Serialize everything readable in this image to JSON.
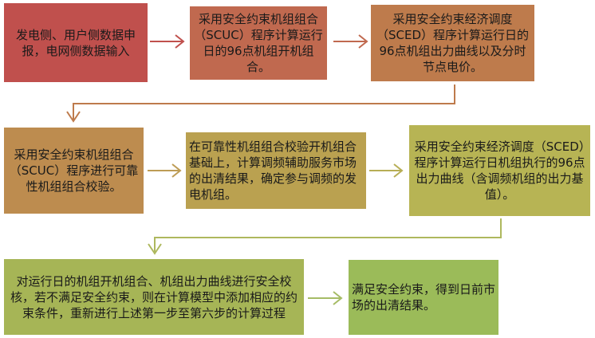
{
  "steps": [
    {
      "text": "发电侧、用户侧数据申报，电网侧数据输入",
      "color": "#C0504D"
    },
    {
      "text": "采用安全约束机组组合（SCUC）程序计算运行日的96点机组开机组合。",
      "color": "#C0694F"
    },
    {
      "text": "采用安全约束经济调度（SCED）程序计算运行日的96点机组出力曲线以及分时节点电价。",
      "color": "#BE7B4C"
    },
    {
      "text": "采用安全约束机组组合（SCUC）程序进行可靠性机组组合校验。",
      "color": "#BD8C4F"
    },
    {
      "text": "在可靠性机组组合校验开机组合基础上，计算调频辅助服务市场的出清结果，确定参与调频的发电机组。",
      "color": "#BAA150"
    },
    {
      "text": "采用安全约束经济调度（SCED）程序计算运行日机组执行的96点出力曲线（含调频机组的出力基值）。",
      "color": "#B7B454"
    },
    {
      "text": "对运行日的机组开机组合、机组出力曲线进行安全校核，若不满足安全约束，则在计算模型中添加相应的约束条件，重新进行上述第一步至第六步的计算过程",
      "color": "#A6B556"
    },
    {
      "text": "满足安全约束，得到日前市场的出清结果。",
      "color": "#9BBB59"
    }
  ]
}
